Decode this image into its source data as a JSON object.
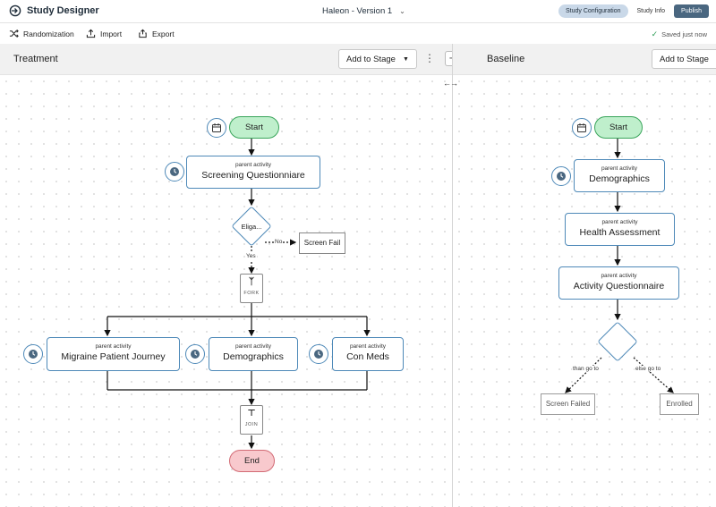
{
  "app": {
    "name": "Study Designer",
    "doc_title": "Haleon - Version 1"
  },
  "header": {
    "study_config": "Study Configuration",
    "study_info": "Study Info",
    "publish": "Publish"
  },
  "toolbar": {
    "randomization": "Randomization",
    "import": "Import",
    "export": "Export",
    "saved": "Saved just now"
  },
  "stages": {
    "treatment": {
      "title": "Treatment",
      "add_label": "Add to Stage"
    },
    "baseline": {
      "title": "Baseline",
      "add_label": "Add to Stage"
    }
  },
  "treatment_flow": {
    "start": "Start",
    "screening": {
      "sub": "parent activity",
      "label": "Screening Questionniare"
    },
    "decision": "Eliga...",
    "no_label": "No",
    "yes_label": "Yes",
    "screen_fail": "Screen Fail",
    "fork": "FORK",
    "migraine": {
      "sub": "parent activity",
      "label": "Migraine Patient Journey"
    },
    "demographics": {
      "sub": "parent activity",
      "label": "Demographics"
    },
    "conmeds": {
      "sub": "parent activity",
      "label": "Con Meds"
    },
    "join": "JOIN",
    "end": "End"
  },
  "baseline_flow": {
    "start": "Start",
    "demographics": {
      "sub": "parent activity",
      "label": "Demographics"
    },
    "health": {
      "sub": "parent activity",
      "label": "Health Assessment"
    },
    "activity": {
      "sub": "parent activity",
      "label": "Activity Questionnaire"
    },
    "then_label": "than go to",
    "else_label": "else go to",
    "screen_failed": "Screen Failed",
    "enrolled": "Enrolled"
  },
  "colors": {
    "node_border": "#4e89b8",
    "start_fill": "#bfefcc",
    "end_fill": "#f8c9cd",
    "publish": "#4a6780"
  }
}
